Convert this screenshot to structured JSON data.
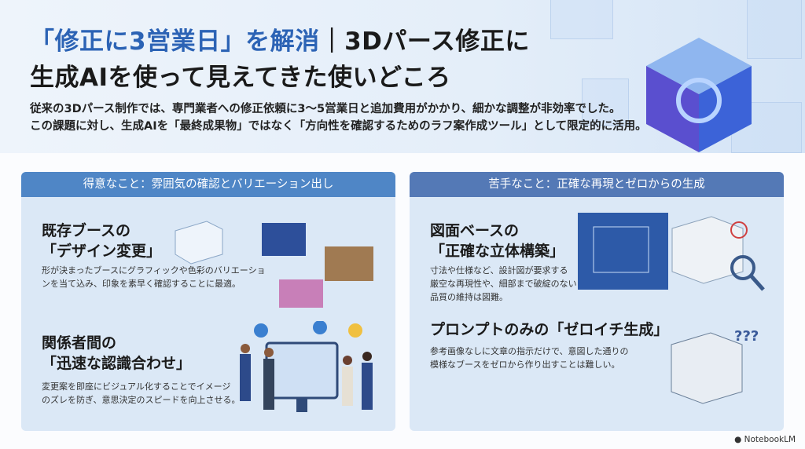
{
  "header": {
    "title_accent": "「修正に3営業日」を解消",
    "title_rest": "｜3Dパース修正に",
    "title_line2": "生成AIを使って見えてきた使いどころ",
    "lead_line1": "従来の3Dパース制作では、専門業者への修正依頼に3〜5営業日と追加費用がかかり、細かな調整が非効率でした。",
    "lead_line2": "この課題に対し、生成AIを「最終成果物」ではなく「方向性を確認するためのラフ案作成ツール」として限定的に活用。"
  },
  "strengths": {
    "heading": "得意なこと：雰囲気の確認とバリエーション出し",
    "items": [
      {
        "title1": "既存ブースの",
        "title2": "「デザイン変更」",
        "desc1": "形が決まったブースにグラフィックや色彩のバリエーショ",
        "desc2": "ンを当て込み、印象を素早く確認することに最適。"
      },
      {
        "title1": "関係者間の",
        "title2": "「迅速な認識合わせ」",
        "desc1": "変更案を即座にビジュアル化することでイメージ",
        "desc2": "のズレを防ぎ、意思決定のスピードを向上させる。"
      }
    ]
  },
  "weaknesses": {
    "heading": "苦手なこと：正確な再現とゼロからの生成",
    "items": [
      {
        "title1": "図面ベースの",
        "title2": "「正確な立体構築」",
        "desc1": "寸法や仕様など、設計図が要求する",
        "desc2": "厳空な再現性や、細部まで破綻のない",
        "desc3": "品質の維持は図難。"
      },
      {
        "title1": "プロンプトのみの「ゼロイチ生成」",
        "desc1": "参考画像なしに文章の指示だけで、意図した通りの",
        "desc2": "模様なブースをゼロから作り出すことは難しい。"
      }
    ]
  },
  "footer": {
    "brand": "NotebookLM"
  },
  "colors": {
    "accent": "#2c63b5",
    "strength_header": "#4f86c6",
    "weakness_header": "#5479b6",
    "panel": "#dbe8f6"
  }
}
